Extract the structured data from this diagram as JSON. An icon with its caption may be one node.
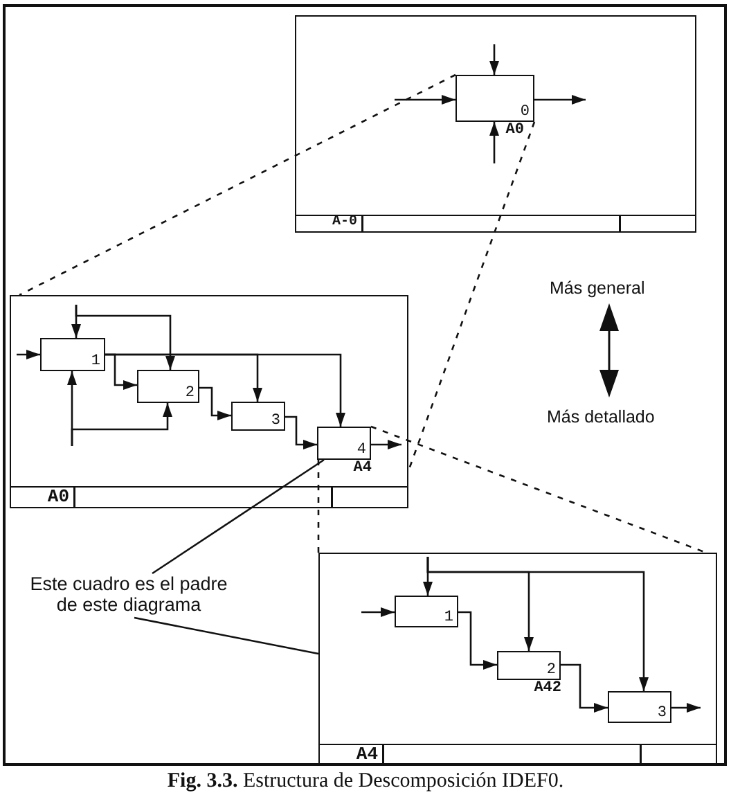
{
  "diagram": {
    "caption": "**Fig. 3.3.** Estructura de Descomposición IDEF0.",
    "nodes": [
      {
        "text": [
          "A-0"
        ]
      },
      {
        "text": [
          "0"
        ],
        "in": 0,
        "beside": [
          "A0"
        ]
      },
      {
        "text": [
          "A0"
        ]
      },
      {
        "text": [
          "1"
        ],
        "in": 2
      },
      {
        "text": [
          "2"
        ],
        "in": 2
      },
      {
        "text": [
          "3"
        ],
        "in": 2
      },
      {
        "text": [
          "4"
        ],
        "in": 2,
        "beside": [
          "A4"
        ]
      },
      {
        "text": [
          "A4"
        ]
      },
      {
        "text": [
          "1"
        ],
        "in": 7
      },
      {
        "text": [
          "2"
        ],
        "in": 7,
        "beside": [
          "A42"
        ]
      },
      {
        "text": [
          "3"
        ],
        "in": 7
      },
      {
        "text": [
          "Este cuadro es el padre de este diagrama"
        ]
      }
    ],
    "edges": [
      {
        "from": null,
        "to": 1,
        "arrow": "to"
      },
      {
        "from": null,
        "to": 1,
        "arrow": "to"
      },
      {
        "from": null,
        "to": 1,
        "arrow": "to"
      },
      {
        "from": 1,
        "to": null,
        "arrow": "to"
      },
      {
        "from": null,
        "to": 3,
        "arrow": "to"
      },
      {
        "from": null,
        "to": 3,
        "arrow": "to"
      },
      {
        "from": null,
        "to": 4,
        "arrow": "to"
      },
      {
        "from": null,
        "to": 3,
        "arrow": "to"
      },
      {
        "from": null,
        "to": 4,
        "arrow": "to"
      },
      {
        "from": 3,
        "to": 4,
        "arrow": "to"
      },
      {
        "from": 3,
        "to": 5,
        "arrow": "to"
      },
      {
        "from": 3,
        "to": 6,
        "arrow": "to"
      },
      {
        "from": 4,
        "to": 5,
        "arrow": "to"
      },
      {
        "from": 5,
        "to": 6,
        "arrow": "to"
      },
      {
        "from": 6,
        "to": null,
        "arrow": "to"
      },
      {
        "from": null,
        "to": 8,
        "arrow": "to"
      },
      {
        "from": null,
        "to": 8,
        "arrow": "to"
      },
      {
        "from": null,
        "to": 9,
        "arrow": "to"
      },
      {
        "from": null,
        "to": 10,
        "arrow": "to"
      },
      {
        "from": 8,
        "to": 9,
        "arrow": "to"
      },
      {
        "from": 9,
        "to": 10,
        "arrow": "to"
      },
      {
        "from": 10,
        "to": null,
        "arrow": "to"
      },
      {
        "from": 1,
        "to": 2,
        "arrow": "none",
        "style": "dashed"
      },
      {
        "from": 1,
        "to": 2,
        "arrow": "none",
        "style": "dashed"
      },
      {
        "from": 6,
        "to": 7,
        "arrow": "none",
        "style": "dashed"
      },
      {
        "from": 6,
        "to": 7,
        "arrow": "none",
        "style": "dashed"
      },
      {
        "from": 11,
        "to": 6,
        "arrow": "none"
      },
      {
        "from": 11,
        "to": 7,
        "arrow": "none"
      }
    ],
    "labels": [
      "Más general",
      "Más detallado"
    ]
  }
}
